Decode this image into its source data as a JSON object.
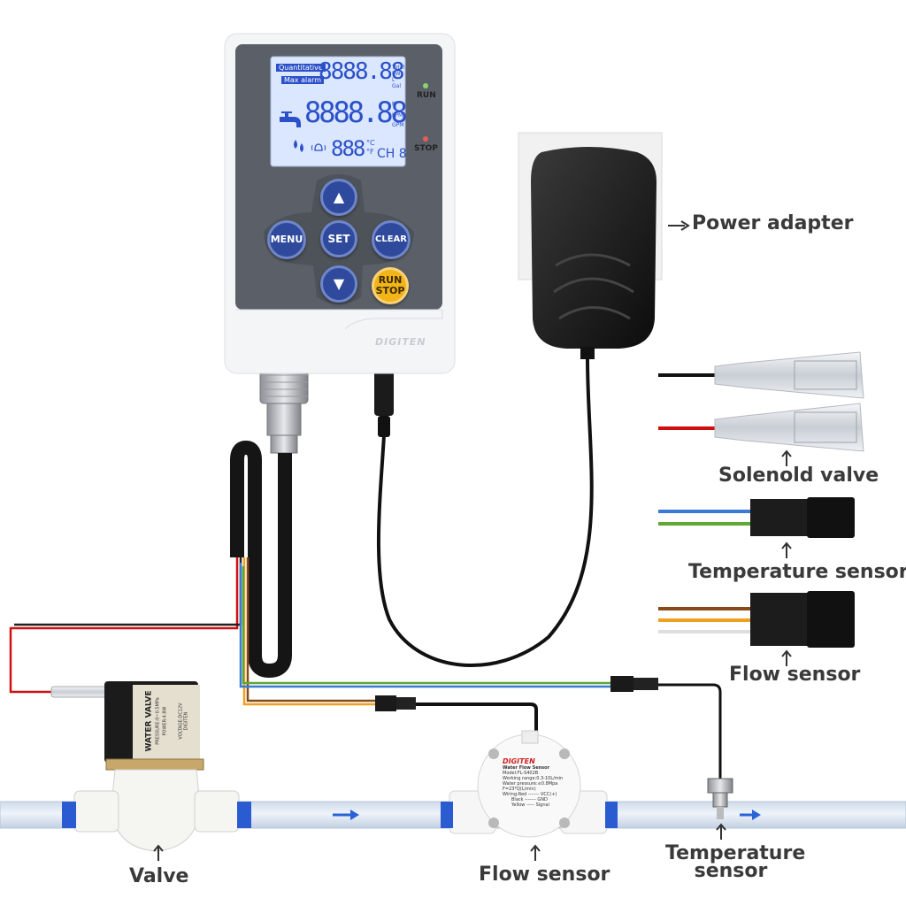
{
  "controller": {
    "brand": "DIGITEN",
    "lcd": {
      "tag_quantitative": "Quantitative",
      "tag_max_alarm": "Max alarm",
      "row1_digits": "8888.88",
      "row1_units": [
        "Total",
        "PW",
        "L",
        "Gal"
      ],
      "row2_digits": "8888.88",
      "row2_units": [
        "K",
        "LPM",
        "GPM"
      ],
      "row3_digits": "888",
      "row3_unit_c": "°C",
      "row3_unit_f": "°F",
      "channel": "CH 8"
    },
    "leds": {
      "run": "RUN",
      "stop": "STOP"
    },
    "buttons": {
      "up": "▲",
      "down": "▼",
      "menu": "MENU",
      "set": "SET",
      "clear": "CLEAR",
      "run_stop_top": "RUN",
      "run_stop_bottom": "STOP"
    }
  },
  "labels": {
    "power_adapter": "Power adapter",
    "solenoid_valve": "Solenold valve",
    "temperature_sensor_right": "Temperature sensor",
    "flow_sensor_right": "Flow sensor",
    "valve": "Valve",
    "flow_sensor_bottom": "Flow sensor",
    "temperature_sensor_bottom_line1": "Temperature",
    "temperature_sensor_bottom_line2": "sensor"
  },
  "valve_body": {
    "title": "WATER VALVE",
    "spec1": "PRESSURE:0~0.5MPa",
    "spec2": "POWER:4.8W",
    "spec3": "VOLTAGE:DC12V",
    "brand": "DIGITEN"
  },
  "flow_sensor_body": {
    "brand": "DIGITEN",
    "title": "Water Flow Sensor",
    "lines": [
      "Model:FL-S402B",
      "Working range:0.3-10L/min",
      "Water pressure:≤0.8Mpa",
      "F=23*Q(L/min)",
      "Wiring:Red ------- VCC(+)",
      "Black ------- GND",
      "Yellow ----- Signal"
    ]
  },
  "icons": [
    "arrow-right-icon",
    "arrow-up-icon",
    "faucet-icon",
    "water-drop-icon",
    "bell-icon"
  ],
  "colors": {
    "lcd_background": "#dbe7ff",
    "lcd_digits": "#2b50c8",
    "button_blue": "#2f4a9c",
    "button_yellow": "#f2b417",
    "panel_grey": "#5b6068",
    "pipe": "#dfe8f4",
    "wire_red": "#e01010",
    "wire_blue": "#3a7bd5",
    "wire_green": "#5fa832",
    "wire_brown": "#8a4a18",
    "wire_orange": "#f0a020"
  }
}
